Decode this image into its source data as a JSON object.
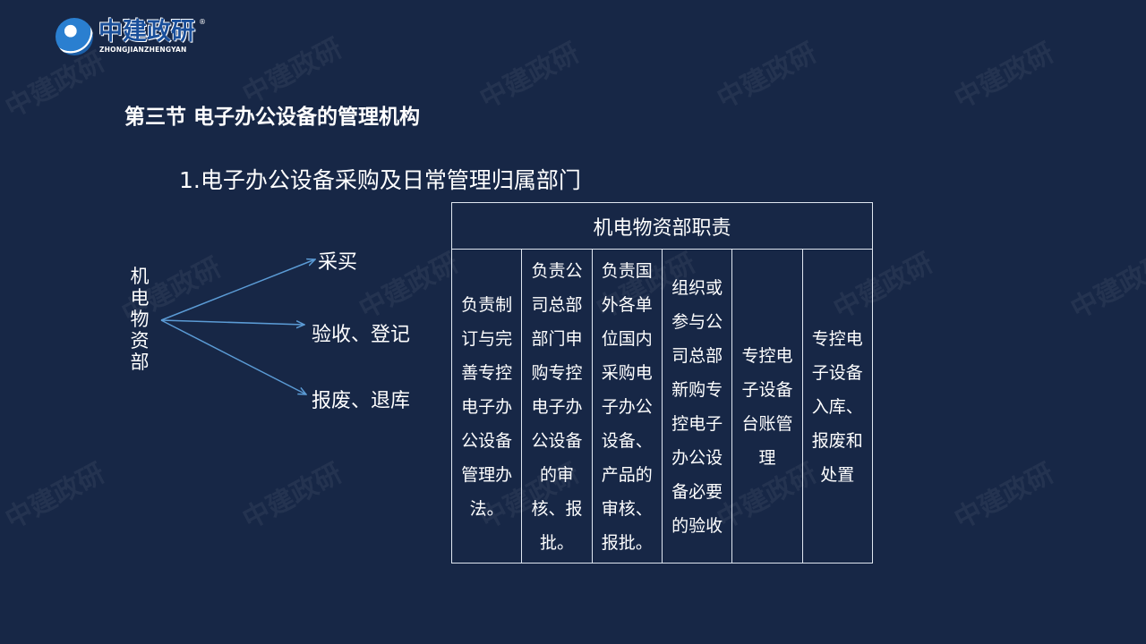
{
  "logo": {
    "name": "中建政研",
    "sub": "ZHONGJIANZHENGYAN",
    "reg": "®"
  },
  "watermark_text": "中建政研",
  "section_title": "第三节 电子办公设备的管理机构",
  "subtitle": "1.电子办公设备采购及日常管理归属部门",
  "department": "机电物资部",
  "branches": [
    "采买",
    "验收、登记",
    "报废、退库"
  ],
  "table": {
    "header": "机电物资部职责",
    "columns": [
      "负责制订与完善专控电子办公设备管理办法。",
      "负责公司总部部门申购专控电子办公设备的审核、报批。",
      "负责国外各单位国内采购电子办公设备、产品的审核、报批。",
      "组织或参与公司总部新购专控电子办公设备必要的验收",
      "专控电子设备台账管理",
      "专控电子设备入库、报废和处置"
    ]
  },
  "colors": {
    "background": "#172746",
    "arrow": "#5b9bd5",
    "table_border": "#dfe6f0"
  }
}
